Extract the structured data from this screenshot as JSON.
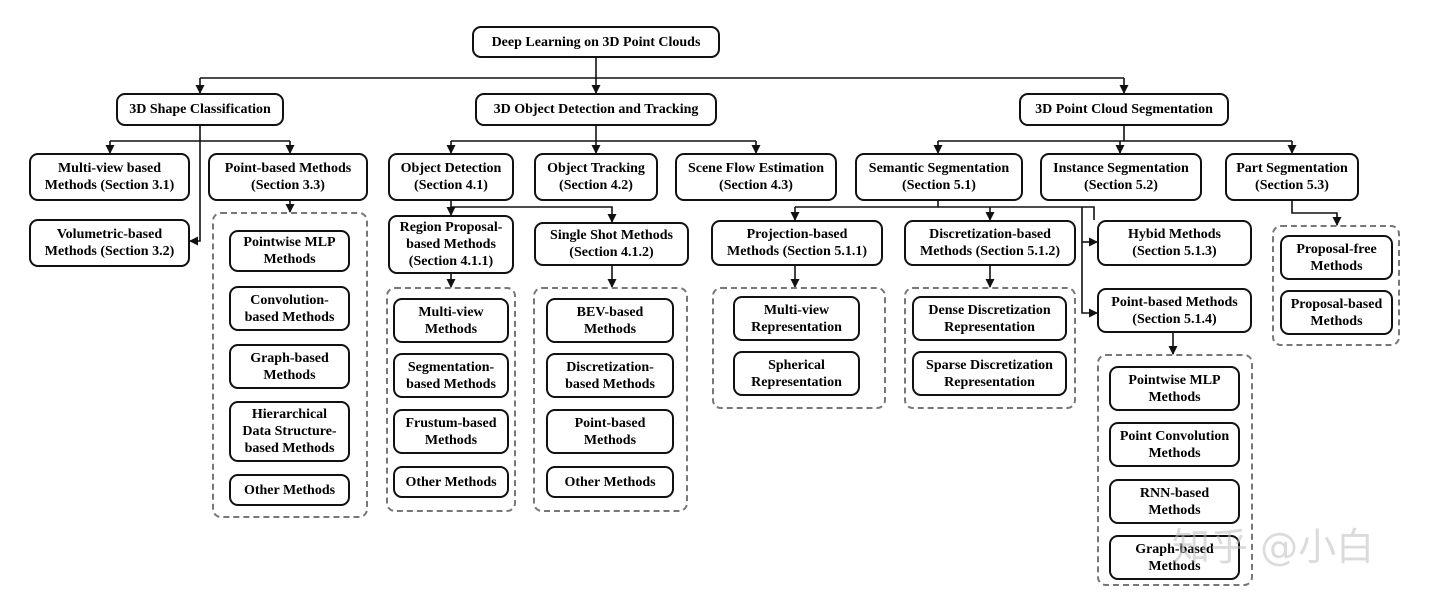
{
  "root": {
    "label": "Deep Learning on 3D Point Clouds"
  },
  "l1": {
    "cls": {
      "label": "3D Shape Classification"
    },
    "det": {
      "label": "3D Object Detection and Tracking"
    },
    "seg": {
      "label": "3D Point Cloud Segmentation"
    }
  },
  "cls": {
    "mv": {
      "label": "Multi-view based\nMethods (Section 3.1)"
    },
    "vol": {
      "label": "Volumetric-based\nMethods (Section 3.2)"
    },
    "pb": {
      "label": "Point-based Methods\n(Section 3.3)"
    },
    "pb_children": [
      {
        "label": "Pointwise MLP\nMethods"
      },
      {
        "label": "Convolution-\nbased Methods"
      },
      {
        "label": "Graph-based\nMethods"
      },
      {
        "label": "Hierarchical\nData Structure-\nbased Methods"
      },
      {
        "label": "Other Methods"
      }
    ]
  },
  "det": {
    "od": {
      "label": "Object Detection\n(Section 4.1)"
    },
    "ot": {
      "label": "Object Tracking\n(Section 4.2)"
    },
    "sf": {
      "label": "Scene Flow Estimation\n(Section 4.3)"
    },
    "rp": {
      "label": "Region Proposal-\nbased Methods\n(Section 4.1.1)"
    },
    "ss": {
      "label": "Single Shot Methods\n(Section 4.1.2)"
    },
    "rp_children": [
      {
        "label": "Multi-view\nMethods"
      },
      {
        "label": "Segmentation-\nbased Methods"
      },
      {
        "label": "Frustum-based\nMethods"
      },
      {
        "label": "Other Methods"
      }
    ],
    "ss_children": [
      {
        "label": "BEV-based\nMethods"
      },
      {
        "label": "Discretization-\nbased Methods"
      },
      {
        "label": "Point-based\nMethods"
      },
      {
        "label": "Other Methods"
      }
    ]
  },
  "seg": {
    "sem": {
      "label": "Semantic Segmentation\n(Section 5.1)"
    },
    "ins": {
      "label": "Instance Segmentation\n(Section 5.2)"
    },
    "part": {
      "label": "Part Segmentation\n(Section 5.3)"
    },
    "proj": {
      "label": "Projection-based\nMethods (Section 5.1.1)"
    },
    "disc": {
      "label": "Discretization-based\nMethods (Section 5.1.2)"
    },
    "hyb": {
      "label": "Hybid Methods\n(Section 5.1.3)"
    },
    "pt": {
      "label": "Point-based Methods\n(Section 5.1.4)"
    },
    "proj_children": [
      {
        "label": "Multi-view\nRepresentation"
      },
      {
        "label": "Spherical\nRepresentation"
      }
    ],
    "disc_children": [
      {
        "label": "Dense Discretization\nRepresentation"
      },
      {
        "label": "Sparse Discretization\nRepresentation"
      }
    ],
    "pt_children": [
      {
        "label": "Pointwise MLP\nMethods"
      },
      {
        "label": "Point Convolution\nMethods"
      },
      {
        "label": "RNN-based\nMethods"
      },
      {
        "label": "Graph-based\nMethods"
      }
    ],
    "part_children": [
      {
        "label": "Proposal-free\nMethods"
      },
      {
        "label": "Proposal-based\nMethods"
      }
    ]
  },
  "watermark": "知乎 @小白"
}
